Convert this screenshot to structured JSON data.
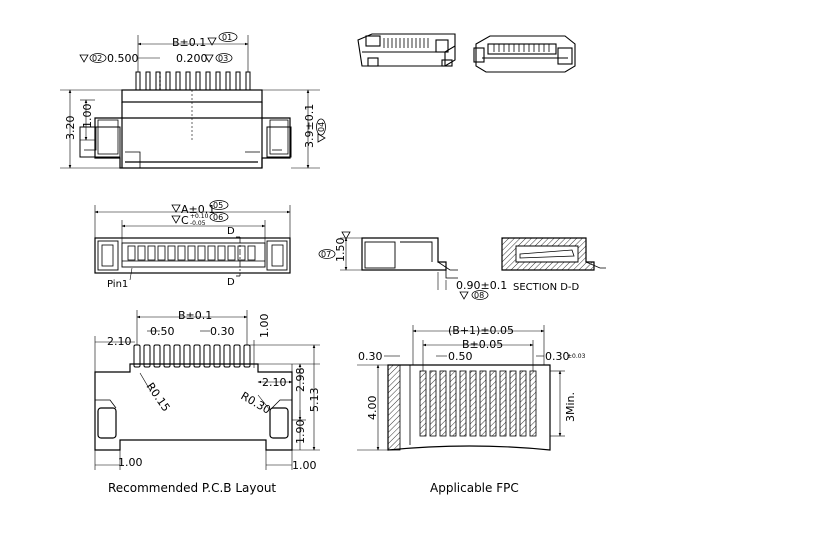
{
  "top_view": {
    "dim_b": "B±0.1",
    "mark_01": "01",
    "pitch_left": "0.500",
    "mark_02": "02",
    "pitch_mid": "0.200",
    "mark_03": "03",
    "height_320": "3.20",
    "height_100": "1.00",
    "height_39": "3.9±0.1",
    "mark_04": "04"
  },
  "front_view": {
    "dim_a": "A±0.1",
    "mark_05": "05",
    "dim_c": "C",
    "tol_c_plus": "+0.10",
    "tol_c_minus": "-0.05",
    "mark_06": "06",
    "section_d_top": "D",
    "section_d_bottom": "D",
    "pin1": "Pin1"
  },
  "side_view": {
    "mark_07": "07",
    "height_150": "1.50",
    "dim_090": "0.90±0.1",
    "mark_08": "08"
  },
  "section_view": {
    "label": "SECTION D-D"
  },
  "pcb_layout": {
    "dim_b": "B±0.1",
    "dim_210_top": "2.10",
    "dim_050": "0.50",
    "dim_030": "0.30",
    "dim_100_top": "1.00",
    "dim_210_right": "2.10",
    "dim_298": "2.98",
    "dim_513": "5.13",
    "dim_r015": "R0.15",
    "dim_r030": "R0.30",
    "dim_190": "1.90",
    "dim_100_left": "1.00",
    "dim_100_right": "1.00",
    "caption": "Recommended P.C.B Layout"
  },
  "fpc": {
    "dim_b1": "(B+1)±0.05",
    "dim_b": "B±0.05",
    "dim_050": "0.50",
    "dim_030_left": "0.30",
    "dim_030_right": "0.30",
    "tol_030_right": "±0.03",
    "dim_400": "4.00",
    "dim_3min": "3Min.",
    "caption": "Applicable FPC"
  }
}
